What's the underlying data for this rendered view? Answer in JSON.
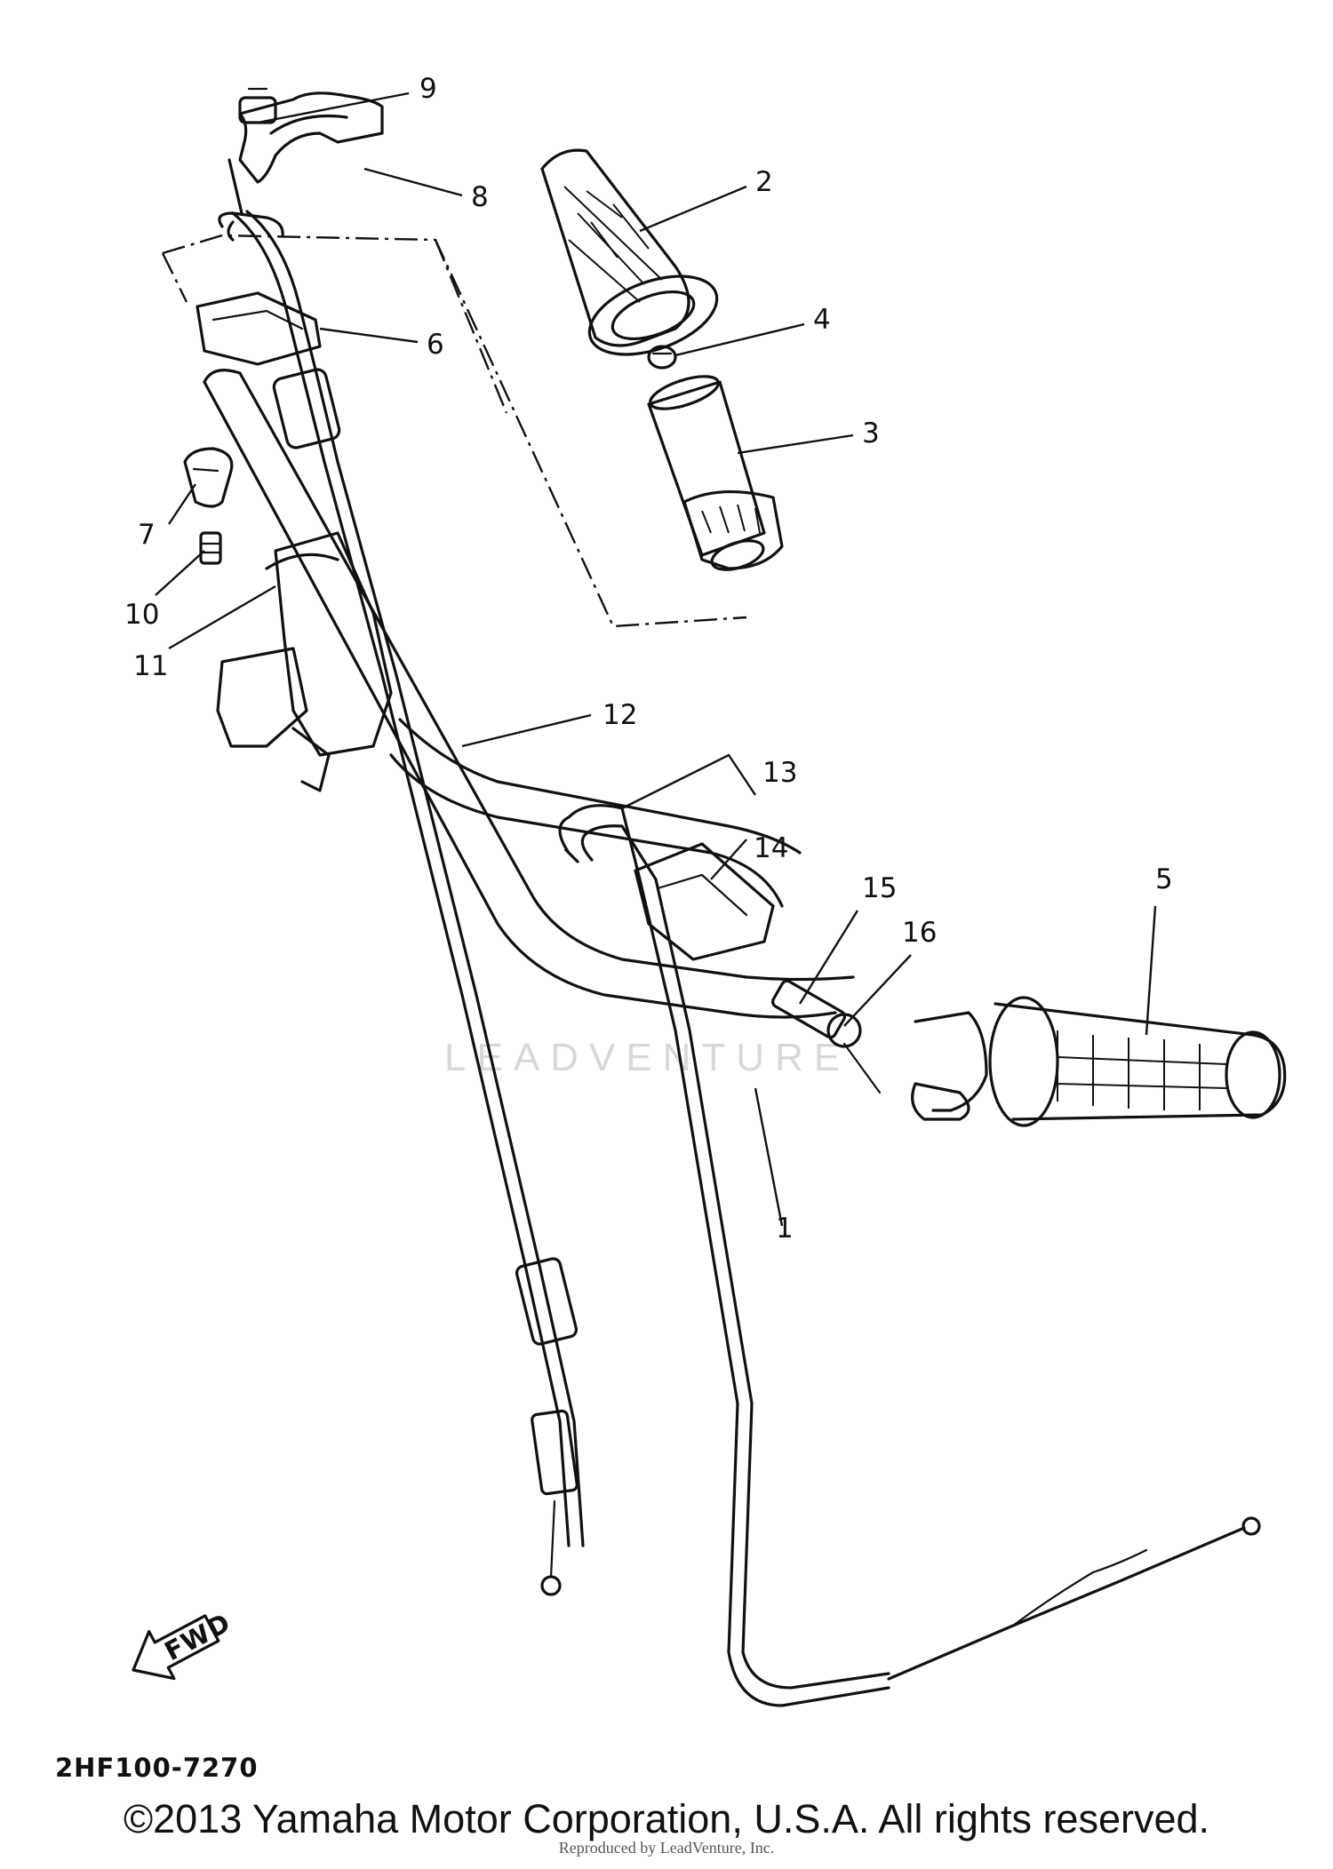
{
  "diagram": {
    "callouts": [
      "1",
      "2",
      "3",
      "4",
      "5",
      "6",
      "7",
      "8",
      "9",
      "10",
      "11",
      "12",
      "13",
      "14",
      "15",
      "16"
    ],
    "fwd_label": "FWD",
    "drawing_code": "2HF100-7270",
    "watermark": "LEADVENTURE"
  },
  "footer": {
    "copyright": "©2013 Yamaha Motor Corporation, U.S.A. All rights reserved.",
    "sub_text": "Reproduced by LeadVenture, Inc."
  }
}
